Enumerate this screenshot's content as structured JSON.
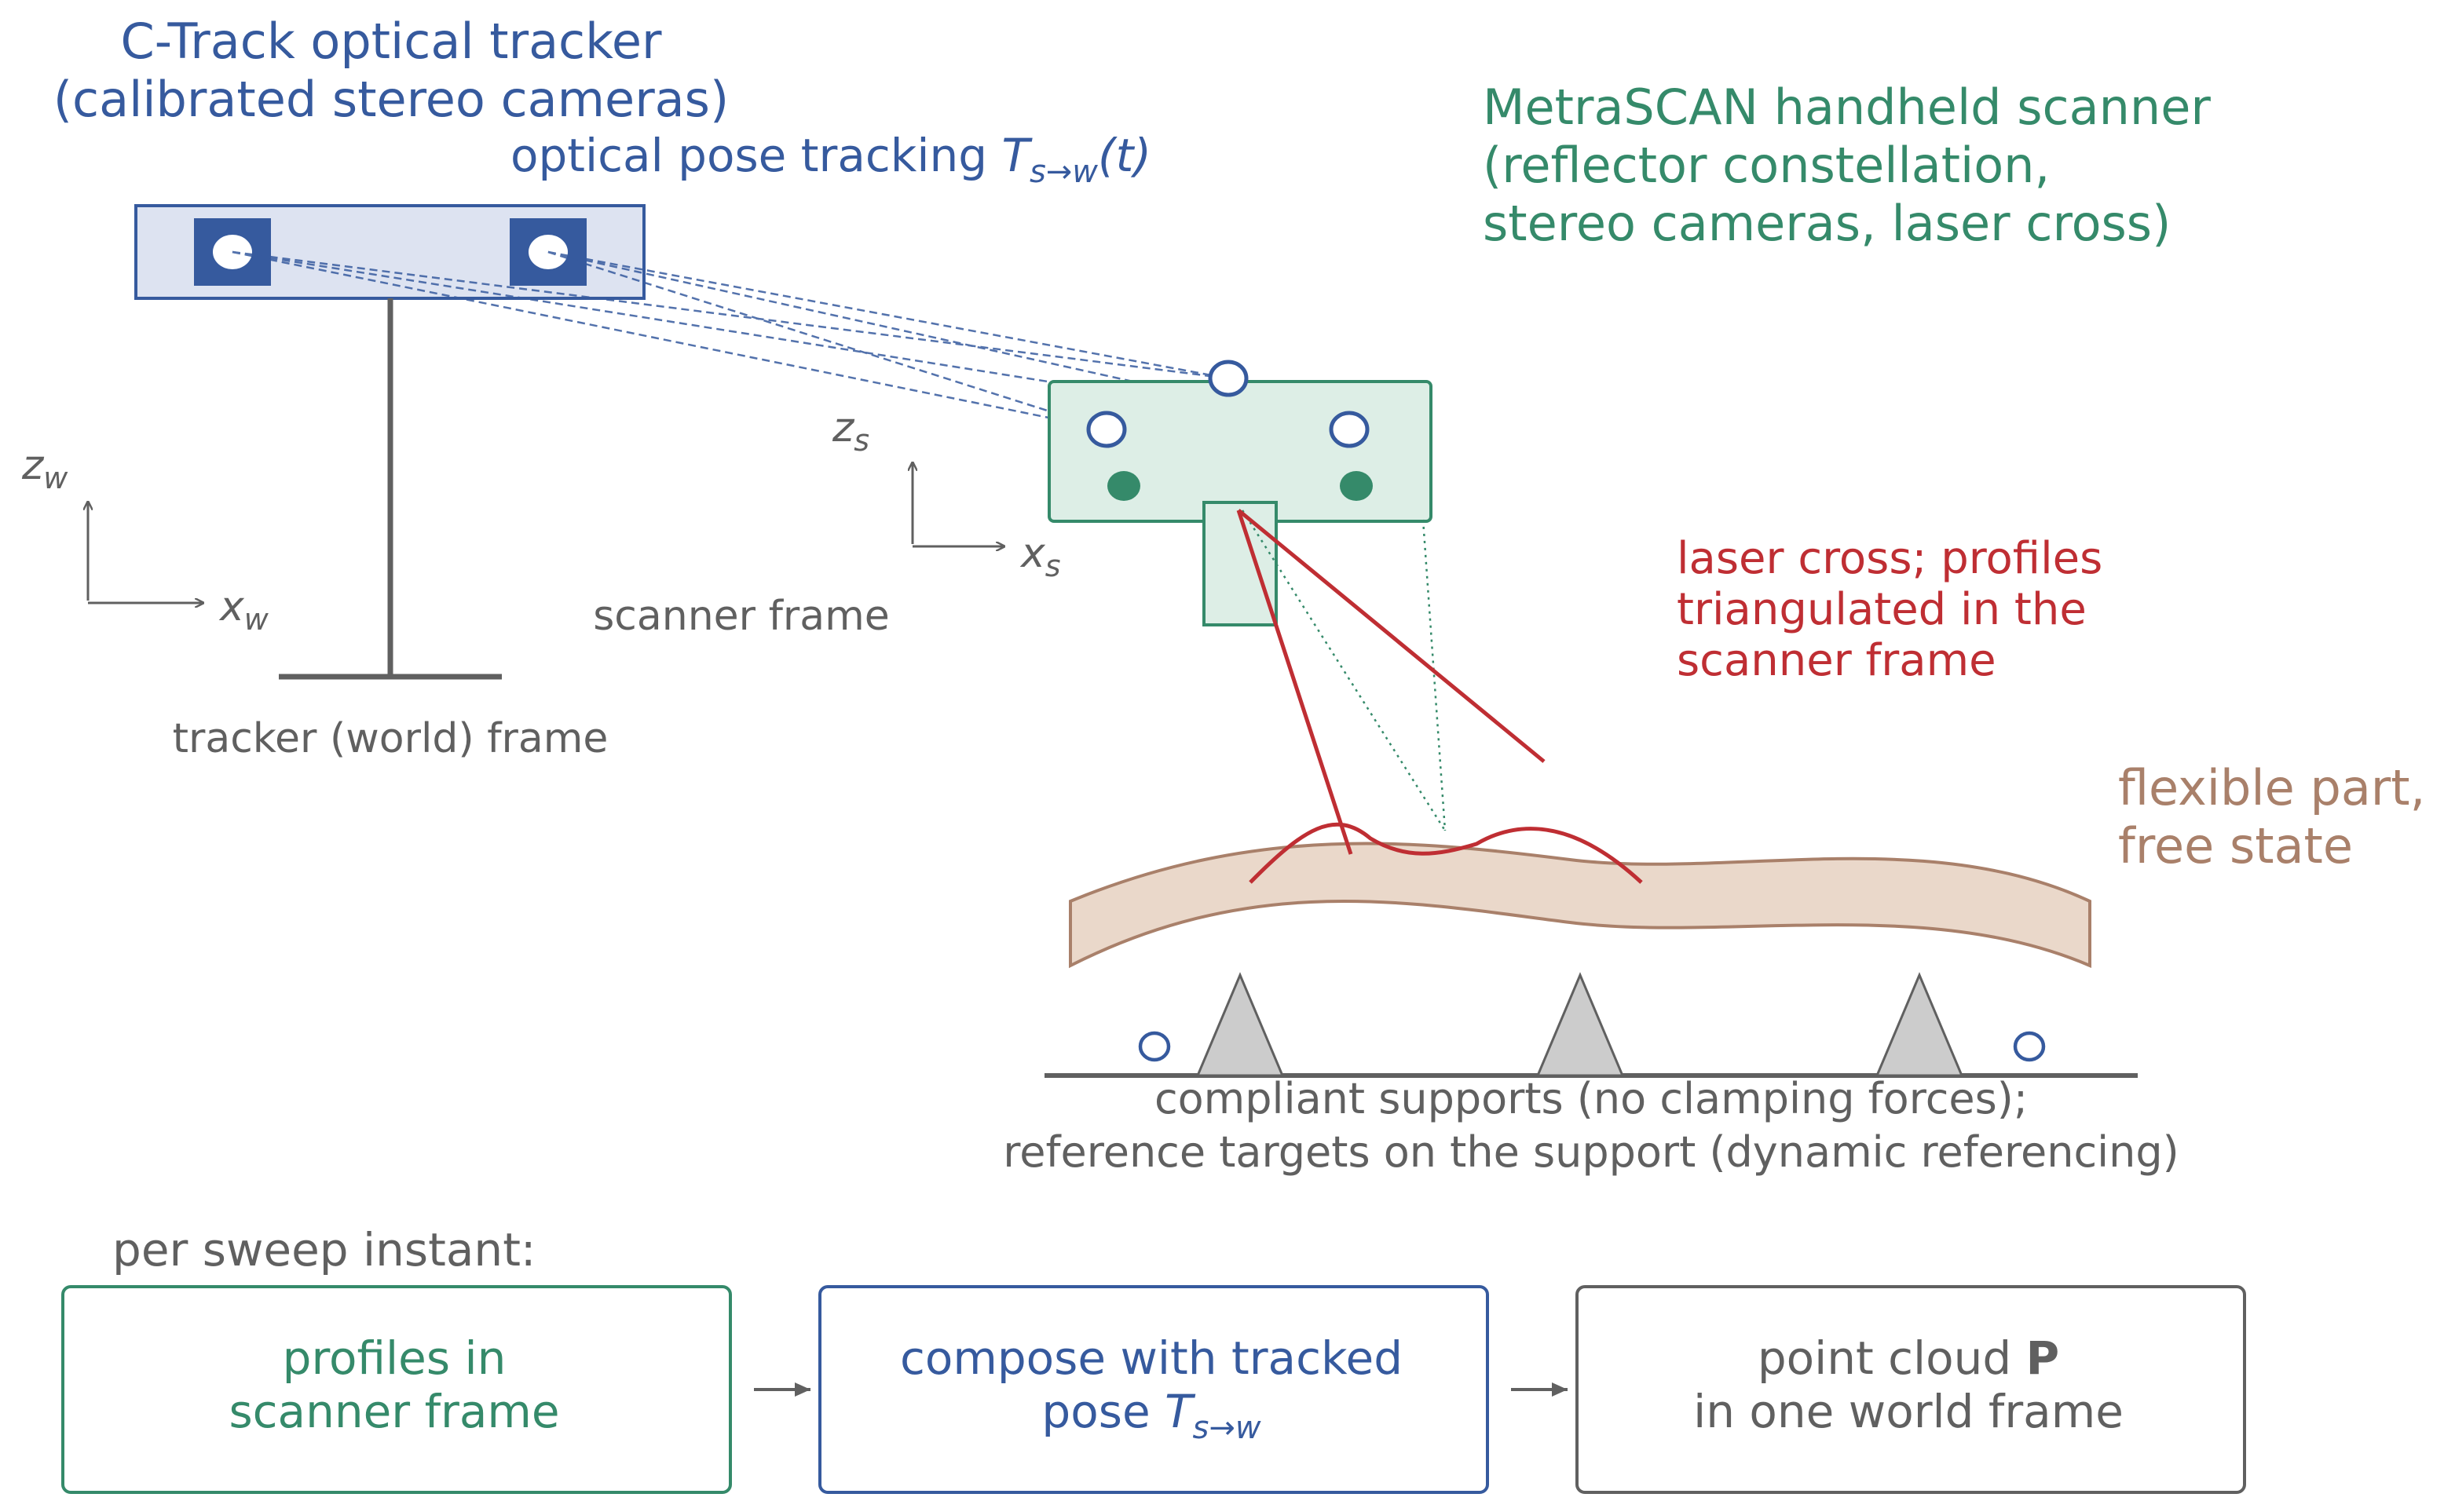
{
  "colors": {
    "blue": "#365a9e",
    "blue_fill": "#dde3f1",
    "green": "#358a6a",
    "green_fill": "#ddeee6",
    "red": "#bf2e33",
    "tan": "#a9806a",
    "tan_fill": "#ead8ca",
    "gray": "#606060",
    "support_fill": "#cccccc"
  },
  "tracker": {
    "title_line1": "C-Track optical tracker",
    "title_line2": "(calibrated stereo cameras)",
    "tracking_label_prefix": "optical pose tracking ",
    "tracking_T": "T",
    "tracking_sub": "s→w",
    "tracking_suffix": "(t)",
    "frame_label": "tracker (world) frame",
    "axis_z": "z",
    "axis_z_sub": "w",
    "axis_x": "x",
    "axis_x_sub": "w"
  },
  "scanner": {
    "title_line1": "MetraSCAN handheld scanner",
    "title_line2": "(reflector constellation,",
    "title_line3": "stereo cameras, laser cross)",
    "frame_label": "scanner frame",
    "axis_z": "z",
    "axis_z_sub": "s",
    "axis_x": "x",
    "axis_x_sub": "s"
  },
  "laser": {
    "line1": "laser cross; profiles",
    "line2": "triangulated in the",
    "line3": "scanner frame"
  },
  "part": {
    "line1": "flexible part,",
    "line2": "free state"
  },
  "supports": {
    "line1": "compliant supports (no clamping forces);",
    "line2": "reference targets on the support (dynamic referencing)"
  },
  "pipeline": {
    "heading": "per sweep instant:",
    "box1_line1": "profiles in",
    "box1_line2": "scanner frame",
    "box2_line1": "compose with tracked",
    "box2_line2_prefix": "pose ",
    "box2_T": "T",
    "box2_sub": "s→w",
    "box3_line1_prefix": "point cloud ",
    "box3_bold": "P",
    "box3_line2": "in one world frame"
  }
}
